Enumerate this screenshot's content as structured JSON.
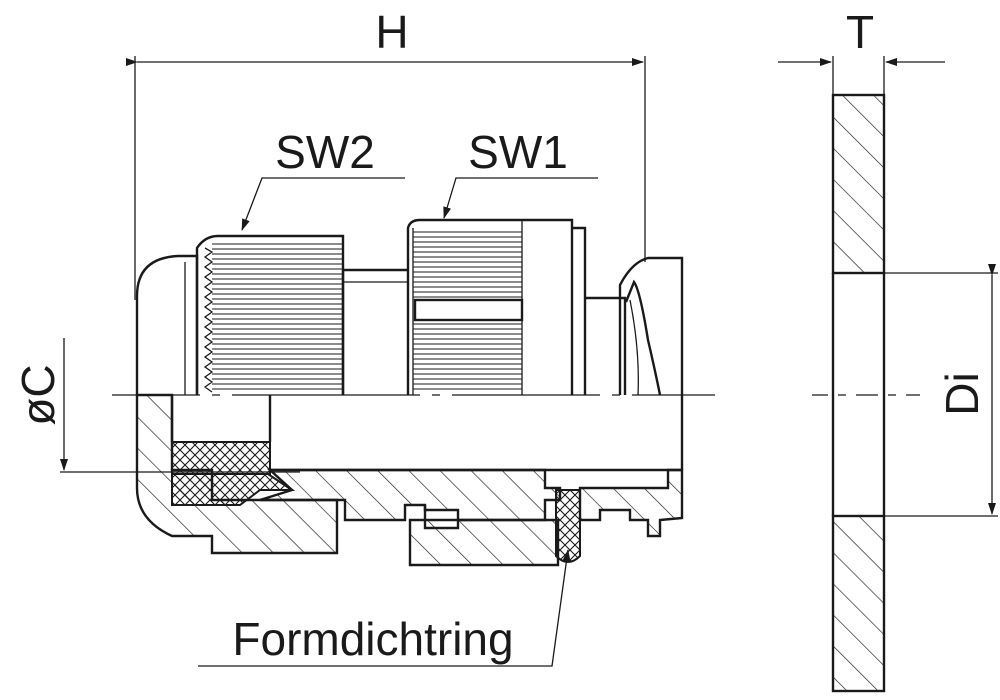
{
  "labels": {
    "H": "H",
    "T": "T",
    "SW2": "SW2",
    "SW1": "SW1",
    "oC": "øC",
    "Di": "Di",
    "Formdichtring": "Formdichtring"
  },
  "colors": {
    "line": "#1a1a1a",
    "background": "#ffffff"
  }
}
